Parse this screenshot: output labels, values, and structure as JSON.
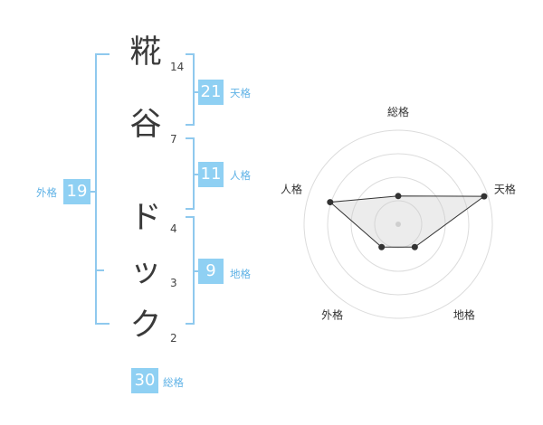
{
  "name": {
    "chars": [
      {
        "char": "糀",
        "strokes": "14"
      },
      {
        "char": "谷",
        "strokes": "7"
      },
      {
        "char": "ド",
        "strokes": "4"
      },
      {
        "char": "ッ",
        "strokes": "3"
      },
      {
        "char": "ク",
        "strokes": "2"
      }
    ]
  },
  "kakusu": {
    "tenkaku": {
      "value": "21",
      "label": "天格"
    },
    "jinkaku": {
      "value": "11",
      "label": "人格"
    },
    "chikaku": {
      "value": "9",
      "label": "地格"
    },
    "gaikaku": {
      "value": "19",
      "label": "外格"
    },
    "soukaku": {
      "value": "30",
      "label": "総格"
    }
  },
  "colors": {
    "accent": "#8fd0f3",
    "bracket": "#8fc9ee",
    "label": "#5fb2e6"
  },
  "chart_data": {
    "type": "radar",
    "axes": [
      "総格",
      "天格",
      "地格",
      "外格",
      "人格"
    ],
    "values": [
      1.5,
      4.8,
      1.5,
      1.5,
      3.8
    ],
    "range": [
      0,
      5
    ],
    "rings": 4
  }
}
